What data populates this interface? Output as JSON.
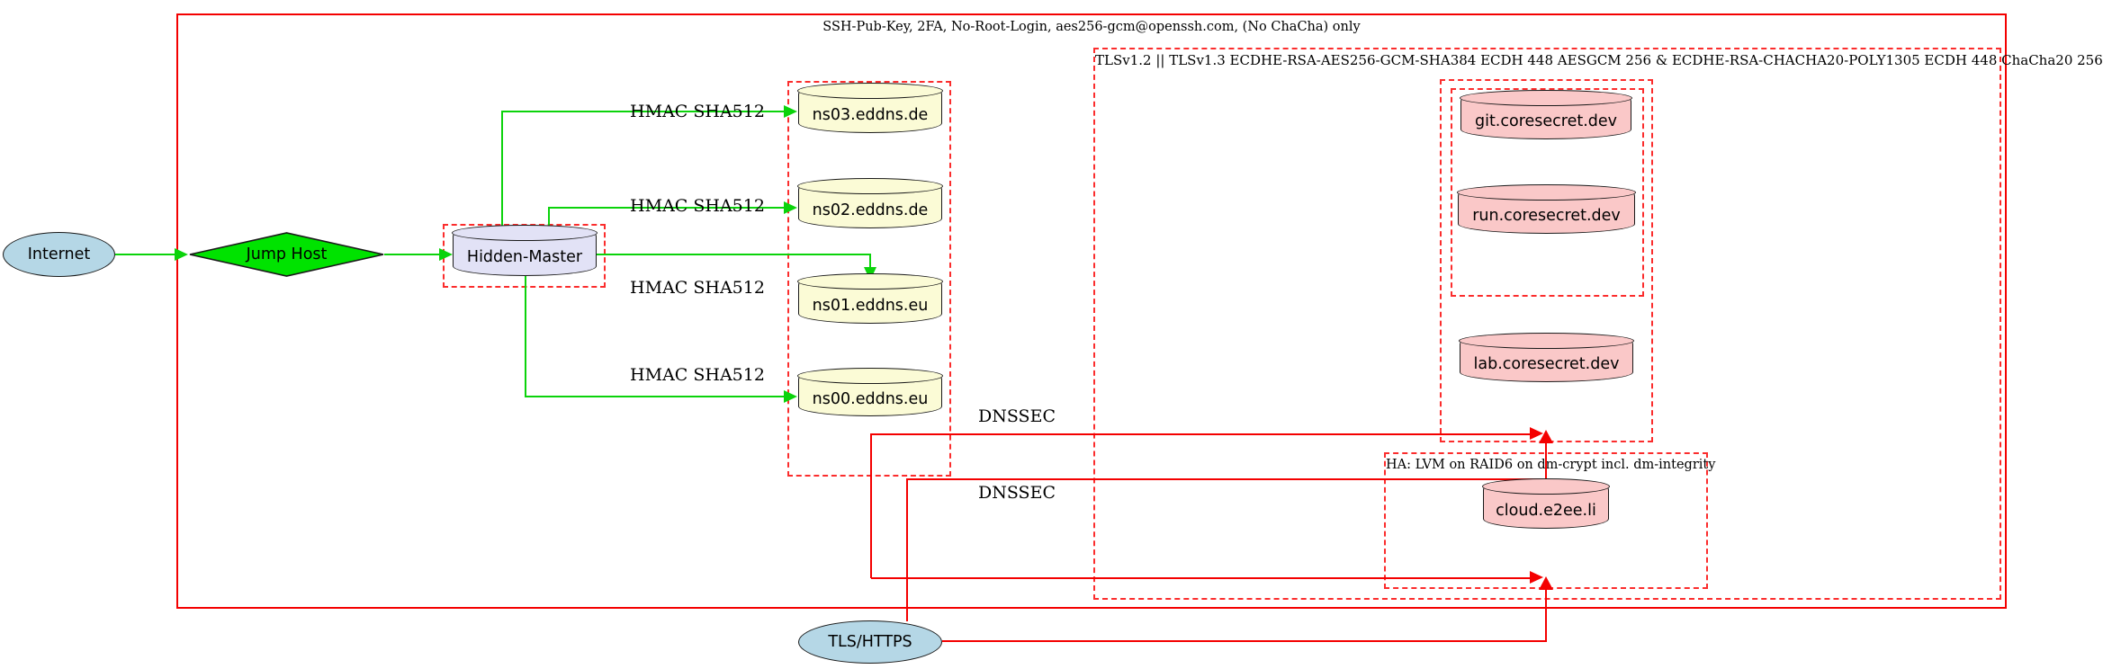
{
  "clusters": {
    "ssh": {
      "label": "SSH-Pub-Key, 2FA, No-Root-Login, aes256-gcm@openssh.com, (No ChaCha) only"
    },
    "tls": {
      "label": "TLSv1.2 || TLSv1.3 ECDHE-RSA-AES256-GCM-SHA384 ECDH 448 AESGCM 256 & ECDHE-RSA-CHACHA20-POLY1305 ECDH 448 ChaCha20 256"
    },
    "ha": {
      "label": "HA: LVM on RAID6 on dm-crypt incl. dm-integrity"
    }
  },
  "nodes": {
    "internet": "Internet",
    "jump_host": "Jump Host",
    "hidden_master": "Hidden-Master",
    "ns03": "ns03.eddns.de",
    "ns02": "ns02.eddns.de",
    "ns01": "ns01.eddns.eu",
    "ns00": "ns00.eddns.eu",
    "git": "git.coresecret.dev",
    "run": "run.coresecret.dev",
    "lab": "lab.coresecret.dev",
    "cloud": "cloud.e2ee.li",
    "tls_https": "TLS/HTTPS"
  },
  "edge_labels": {
    "hmac": "HMAC SHA512",
    "dnssec": "DNSSEC"
  },
  "colors": {
    "edge_green": "#0bd30b",
    "edge_red": "#f40000",
    "cluster_red": "#fb2d2d",
    "fill_lightblue": "#b5d7e6",
    "fill_green": "#00e300",
    "fill_lavender": "#e2e2f6",
    "fill_lightyellow": "#fbfbd6",
    "fill_pink": "#fac8c8"
  }
}
